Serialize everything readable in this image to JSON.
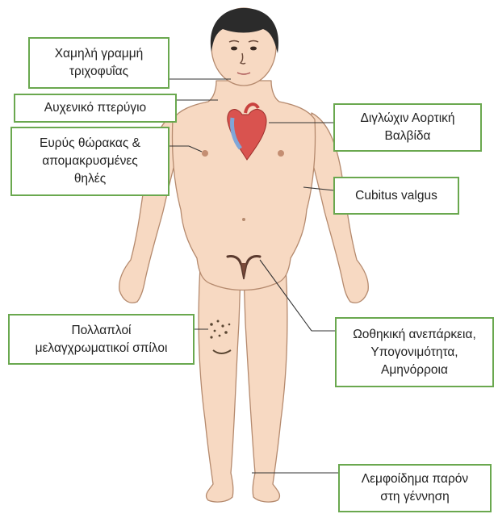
{
  "colors": {
    "skin": "#f7d9c2",
    "skin_outline": "#b58a6e",
    "hair": "#2b2b2b",
    "label_border": "#6aa84f",
    "leader_line": "#333333",
    "heart_red": "#d9534f",
    "heart_blue": "#7fa6d8",
    "nevi": "#5a4632"
  },
  "labels": {
    "hairline": {
      "lines": [
        "Χαμηλή γραμμή",
        "τριχοφυΐας"
      ]
    },
    "neck": {
      "lines": [
        "Αυχενικό πτερύγιο"
      ]
    },
    "chest": {
      "lines": [
        "Ευρύς θώρακας &",
        "απομακρυσμένες",
        "θηλές"
      ]
    },
    "valve": {
      "lines": [
        "Διγλώχιν Αορτική",
        "Βαλβίδα"
      ]
    },
    "elbow": {
      "lines": [
        "Cubitus valgus"
      ]
    },
    "nevi": {
      "lines": [
        "Πολλαπλοί",
        "μελαγχρωματικοί σπίλοι"
      ]
    },
    "ovarian": {
      "lines": [
        "Ωοθηκική ανεπάρκεια,",
        "Υπογονιμότητα,",
        "Αμηνόρροια"
      ]
    },
    "lymphedema": {
      "lines": [
        "Λεμφοίδημα παρόν",
        "στη γέννηση"
      ]
    }
  }
}
